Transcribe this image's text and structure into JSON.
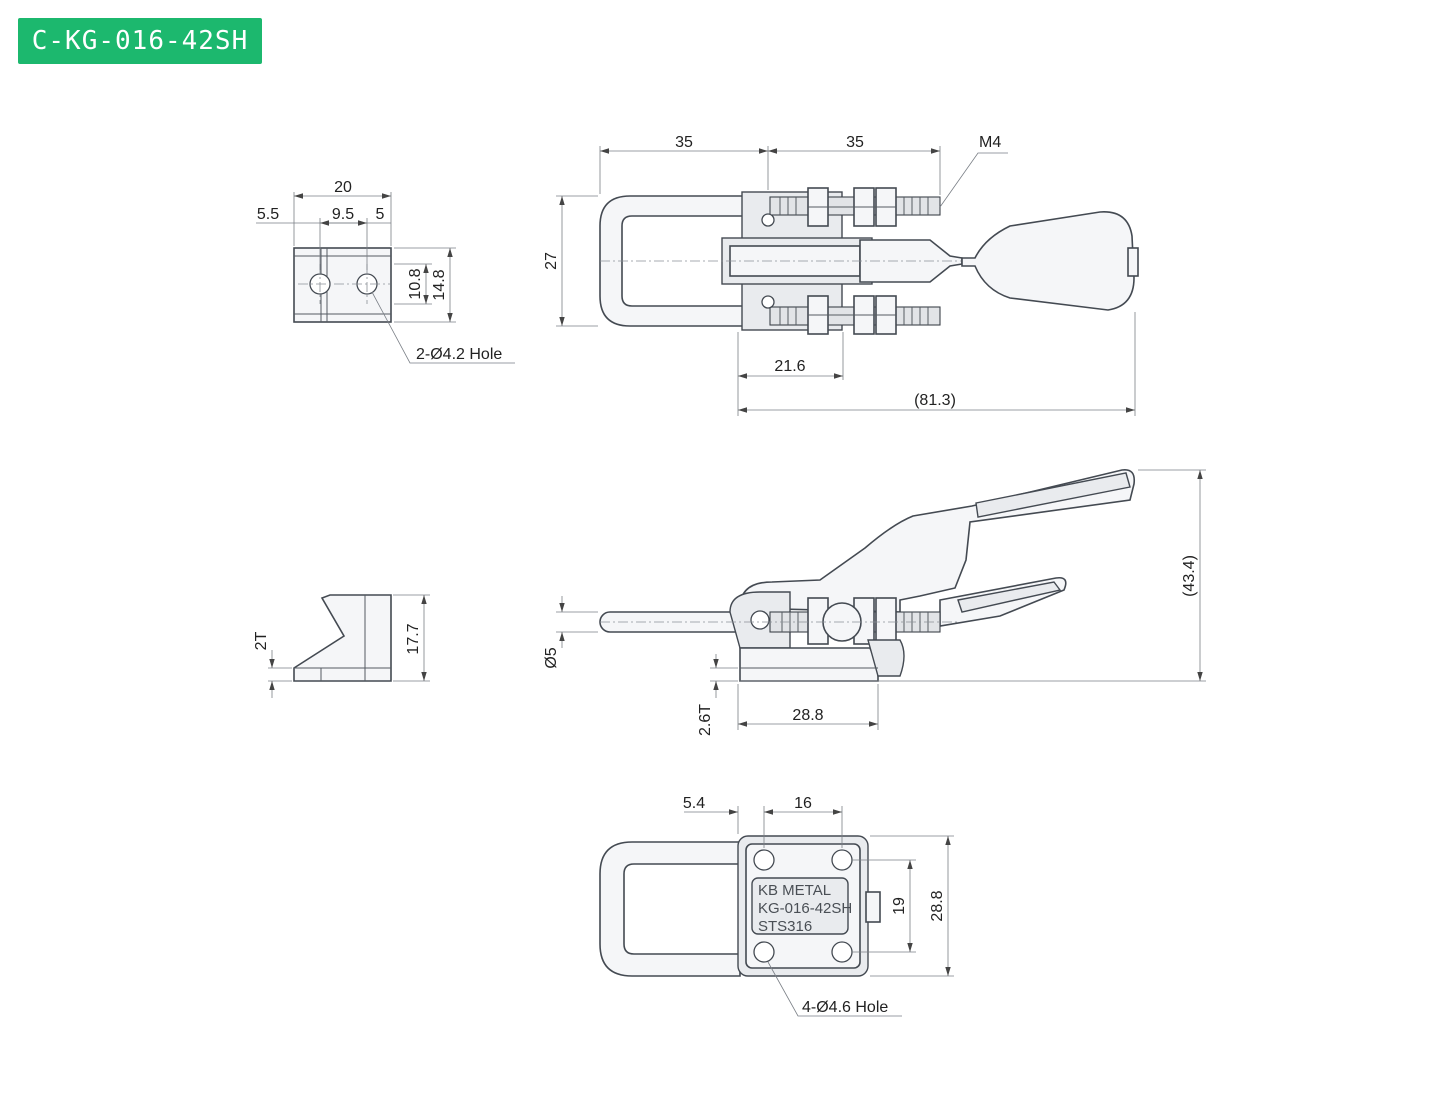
{
  "header": {
    "model": "C-KG-016-42SH"
  },
  "colors": {
    "badge": "#1cb86e",
    "line": "#444a52",
    "fill": "#f5f6f8"
  },
  "dimensions": {
    "catch_top": {
      "width": "20",
      "left_offset": "5.5",
      "hole_pitch": "9.5",
      "edge": "5",
      "inner_height": "10.8",
      "outer_height": "14.8",
      "holes": "2-Ø4.2 Hole"
    },
    "catch_side": {
      "thickness": "2T",
      "height": "17.7"
    },
    "plan": {
      "loop_length": "35",
      "thread_length": "35",
      "thread": "M4",
      "loop_width": "27",
      "base_to_pivot": "21.6",
      "overall_length": "(81.3)"
    },
    "elevation": {
      "overall_height": "(43.4)",
      "rod": "Ø5",
      "base_thickness": "2.6T",
      "base_length": "28.8"
    },
    "base": {
      "edge_offset": "5.4",
      "hole_pitch_x": "16",
      "hole_pitch_y": "19",
      "base_width": "28.8",
      "holes": "4-Ø4.6 Hole"
    }
  },
  "marking": {
    "line1": "KB METAL",
    "line2": "KG-016-42SH",
    "line3": "STS316"
  }
}
